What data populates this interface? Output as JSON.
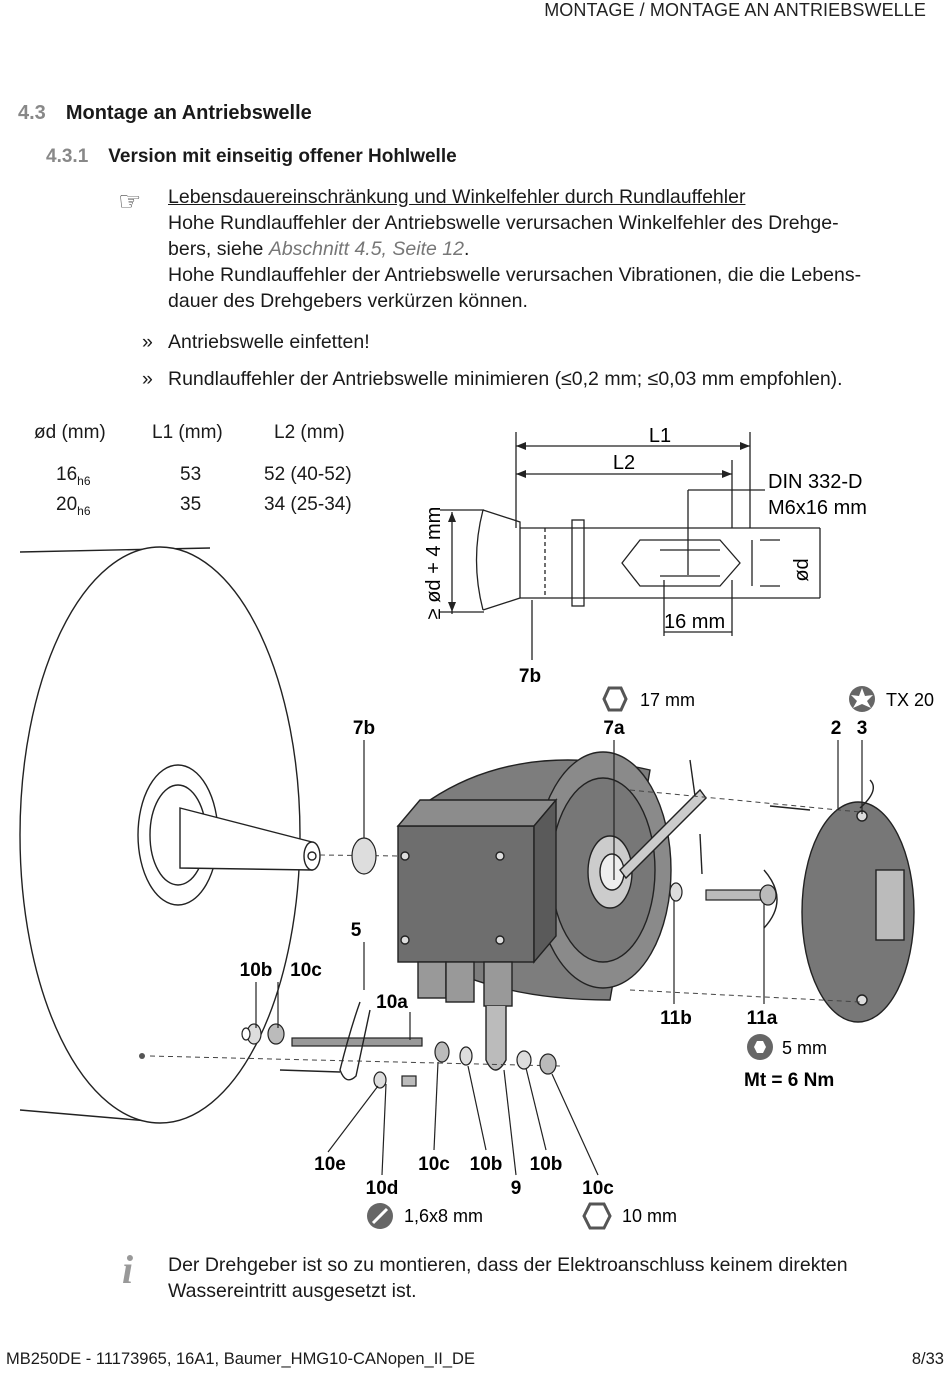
{
  "header": "MONTAGE / MONTAGE AN ANTRIEBSWELLE",
  "section": {
    "number": "4.3",
    "title": "Montage an Antriebswelle"
  },
  "subsection": {
    "number": "4.3.1",
    "title": "Version mit einseitig offener Hohlwelle"
  },
  "warning": {
    "title": "Lebensdauereinschränkung und Winkelfehler durch Rundlauffehler",
    "line1a": "Hohe Rundlauffehler der Antriebswelle verursachen Winkelfehler des Drehge-",
    "line1b": "bers, siehe ",
    "ref": "Abschnitt 4.5, Seite 12",
    "line1c": ".",
    "line2a": "Hohe Rundlauffehler der Antriebswelle verursachen Vibrationen, die die Lebens-",
    "line2b": "dauer des Drehgebers verkürzen können."
  },
  "steps": [
    "Antriebswelle einfetten!",
    "Rundlauffehler der Antriebswelle minimieren (≤0,2 mm; ≤0,03 mm empfohlen)."
  ],
  "step_marker": "»",
  "table": {
    "headers": [
      "ød (mm)",
      "L1 (mm)",
      "L2 (mm)"
    ],
    "rows": [
      {
        "d": "16",
        "tol": "h6",
        "l1": "53",
        "l2": "52 (40-52)"
      },
      {
        "d": "20",
        "tol": "h6",
        "l1": "35",
        "l2": "34 (25-34)"
      }
    ]
  },
  "dims": {
    "L1": "L1",
    "L2": "L2",
    "din": "DIN 332-D",
    "thread": "M6x16 mm",
    "od": "ød",
    "min_d": "≥ ød + 4 mm",
    "depth": "16 mm"
  },
  "labels": {
    "l7b_top": "7b",
    "l7b": "7b",
    "l7a": "7a",
    "l2": "2",
    "l3": "3",
    "l5": "5",
    "l10b_a": "10b",
    "l10c_a": "10c",
    "l10a": "10a",
    "l11b": "11b",
    "l11a": "11a",
    "l10e": "10e",
    "l10d": "10d",
    "l10c_b": "10c",
    "l10b_b": "10b",
    "l9": "9",
    "l10b_c": "10b",
    "l10c_c": "10c"
  },
  "tools": {
    "wrench17": "17 mm",
    "tx": "TX 20",
    "hex5": "5 mm",
    "torque": "Mt = 6 Nm",
    "screwdriver": "1,6x8 mm",
    "wrench10": "10 mm"
  },
  "note": "Der Drehgeber ist so zu montieren, dass der Elektroanschluss keinem direkten Wassereintritt ausgesetzt ist.",
  "note_icon": "i",
  "footer": "MB250DE - 11173965, 16A1, Baumer_HMG10-CANopen_II_DE",
  "page": "8/33"
}
